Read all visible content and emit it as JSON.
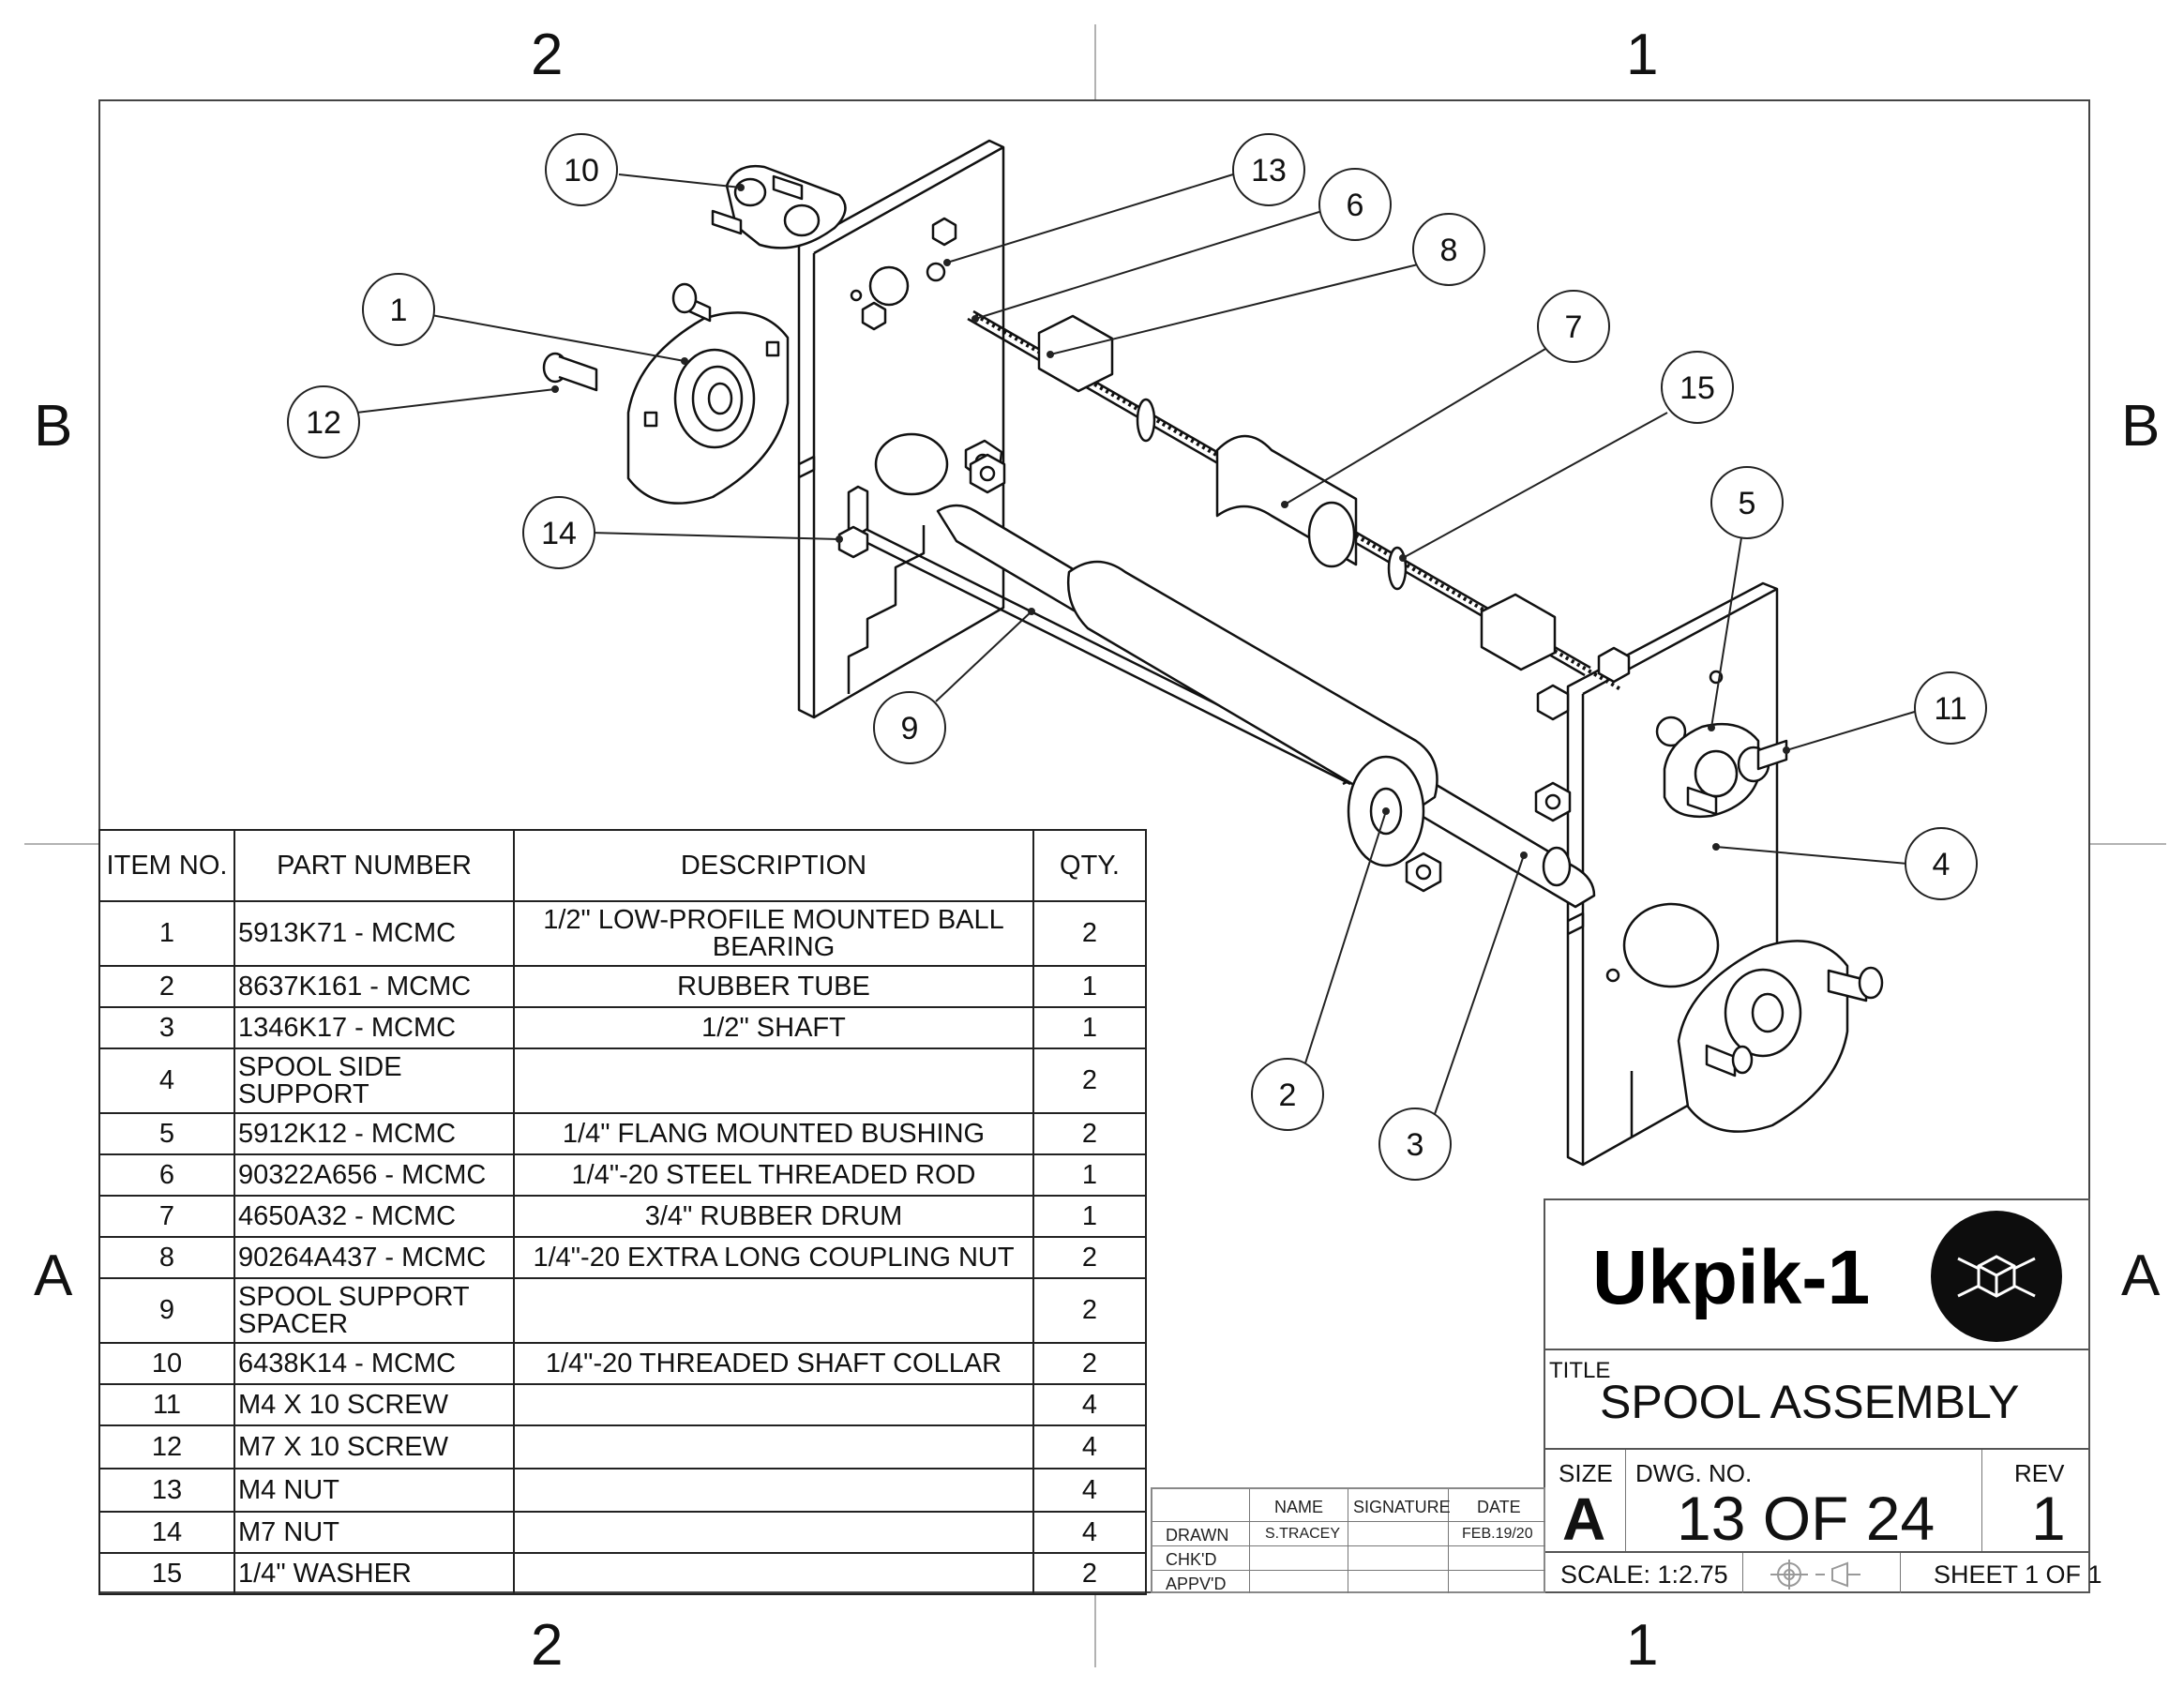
{
  "zones": {
    "top_left": "2",
    "top_right": "1",
    "bottom_left": "2",
    "bottom_right": "1",
    "left_top": "B",
    "left_bottom": "A",
    "right_top": "B",
    "right_bottom": "A"
  },
  "balloons": [
    {
      "id": "b10",
      "label": "10"
    },
    {
      "id": "b13",
      "label": "13"
    },
    {
      "id": "b6",
      "label": "6"
    },
    {
      "id": "b8",
      "label": "8"
    },
    {
      "id": "b1",
      "label": "1"
    },
    {
      "id": "b7",
      "label": "7"
    },
    {
      "id": "b15",
      "label": "15"
    },
    {
      "id": "b12",
      "label": "12"
    },
    {
      "id": "b5",
      "label": "5"
    },
    {
      "id": "b14",
      "label": "14"
    },
    {
      "id": "b9",
      "label": "9"
    },
    {
      "id": "b11",
      "label": "11"
    },
    {
      "id": "b4",
      "label": "4"
    },
    {
      "id": "b2",
      "label": "2"
    },
    {
      "id": "b3",
      "label": "3"
    }
  ],
  "bom": {
    "headers": [
      "ITEM NO.",
      "PART NUMBER",
      "DESCRIPTION",
      "QTY."
    ],
    "rows": [
      [
        "1",
        "5913K71 - MCMC",
        "1/2\" LOW-PROFILE MOUNTED BALL BEARING",
        "2"
      ],
      [
        "2",
        "8637K161 - MCMC",
        "RUBBER TUBE",
        "1"
      ],
      [
        "3",
        "1346K17 - MCMC",
        "1/2\" SHAFT",
        "1"
      ],
      [
        "4",
        "SPOOL SIDE SUPPORT",
        "",
        "2"
      ],
      [
        "5",
        "5912K12 - MCMC",
        "1/4\" FLANG MOUNTED BUSHING",
        "2"
      ],
      [
        "6",
        "90322A656 - MCMC",
        "1/4\"-20 STEEL THREADED ROD",
        "1"
      ],
      [
        "7",
        "4650A32 - MCMC",
        "3/4\" RUBBER DRUM",
        "1"
      ],
      [
        "8",
        "90264A437 - MCMC",
        "1/4\"-20 EXTRA LONG COUPLING NUT",
        "2"
      ],
      [
        "9",
        "SPOOL SUPPORT SPACER",
        "",
        "2"
      ],
      [
        "10",
        "6438K14 - MCMC",
        "1/4\"-20 THREADED SHAFT COLLAR",
        "2"
      ],
      [
        "11",
        "M4 X 10 SCREW",
        "",
        "4"
      ],
      [
        "12",
        "M7 X 10 SCREW",
        "",
        "4"
      ],
      [
        "13",
        "M4 NUT",
        "",
        "4"
      ],
      [
        "14",
        "M7 NUT",
        "",
        "4"
      ],
      [
        "15",
        "1/4\" WASHER",
        "",
        "2"
      ]
    ]
  },
  "title_block": {
    "logo_text": "Ukpik-1",
    "title_label": "TITLE",
    "title": "SPOOL ASSEMBLY",
    "size_label": "SIZE",
    "size": "A",
    "dwg_label": "DWG.  NO.",
    "dwg_no": "13 OF 24",
    "rev_label": "REV",
    "rev": "1",
    "scale": "SCALE: 1:2.75",
    "sheet": "SHEET 1 OF 1",
    "sig_headers": [
      "NAME",
      "SIGNATURE",
      "DATE"
    ],
    "sig_rows": [
      {
        "role": "DRAWN",
        "name": "S.TRACEY",
        "signature": "",
        "date": "FEB.19/20"
      },
      {
        "role": "CHK'D",
        "name": "",
        "signature": "",
        "date": ""
      },
      {
        "role": "APPV'D",
        "name": "",
        "signature": "",
        "date": ""
      }
    ]
  }
}
